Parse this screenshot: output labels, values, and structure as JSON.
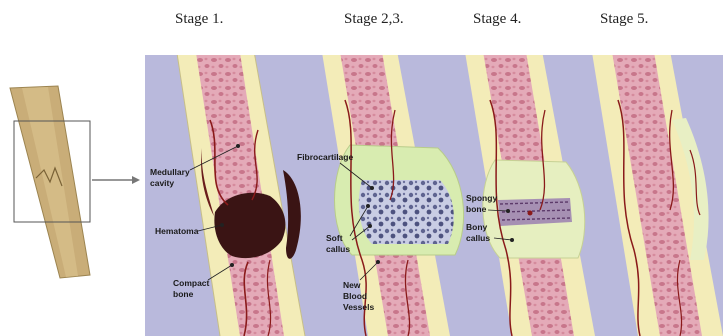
{
  "stages": [
    {
      "title": "Stage 1."
    },
    {
      "title": "Stage 2,3."
    },
    {
      "title": "Stage 4."
    },
    {
      "title": "Stage 5."
    }
  ],
  "labels": {
    "medullary_cavity": [
      "Medullary",
      "cavity"
    ],
    "hematoma": "Hematoma",
    "compact_bone": [
      "Compact",
      "bone"
    ],
    "fibrocartilage": "Fibrocartilage",
    "soft_callus": [
      "Soft",
      "callus"
    ],
    "new_blood_vessels": [
      "New",
      "Blood",
      "Vessels"
    ],
    "spongy_bone": [
      "Spongy",
      "bone"
    ],
    "bony_callus": [
      "Bony",
      "callus"
    ]
  },
  "colors": {
    "background_panel": "#b9b9dc",
    "compact_bone": "#f3ecb8",
    "medulla": "#e2a6b4",
    "medulla_spots": "#c9788c",
    "hematoma": "#3a1414",
    "vessels": "#8a1a1a",
    "callus": "#d8ecb0",
    "fibrocartilage": "#8f95b8"
  },
  "icons": {
    "inset_box": "zoom-frame",
    "arrow": "arrow-right-icon"
  }
}
